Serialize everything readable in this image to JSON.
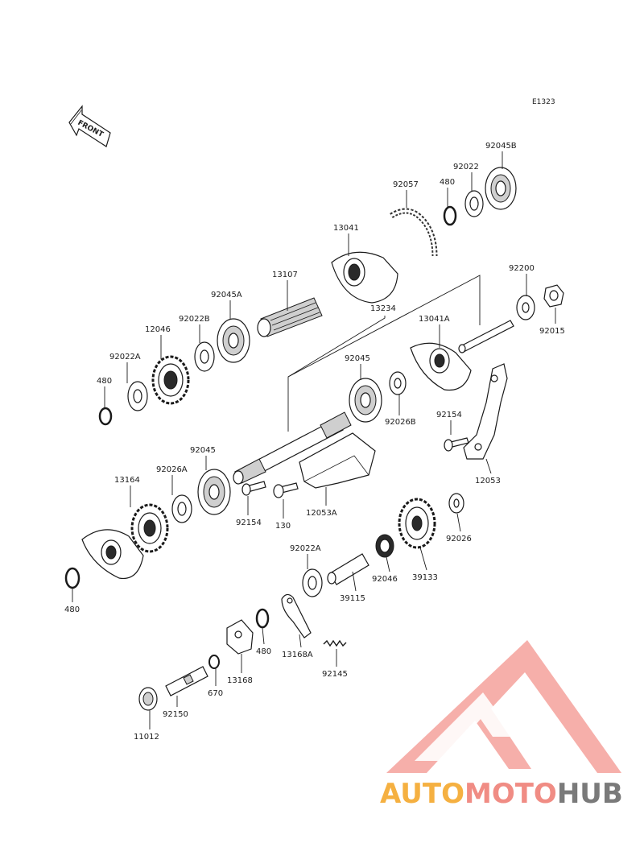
{
  "diagram": {
    "ref_code": "E1323",
    "front_label": "FRONT",
    "parts": [
      {
        "id": "p92045B",
        "number": "92045B"
      },
      {
        "id": "p92022",
        "number": "92022"
      },
      {
        "id": "p480a",
        "number": "480"
      },
      {
        "id": "p92057",
        "number": "92057"
      },
      {
        "id": "p13041",
        "number": "13041"
      },
      {
        "id": "p13107",
        "number": "13107"
      },
      {
        "id": "p92045A",
        "number": "92045A"
      },
      {
        "id": "p92022B",
        "number": "92022B"
      },
      {
        "id": "p12046",
        "number": "12046"
      },
      {
        "id": "p92022A",
        "number": "92022A"
      },
      {
        "id": "p480b",
        "number": "480"
      },
      {
        "id": "p13234",
        "number": "13234"
      },
      {
        "id": "p92200",
        "number": "92200"
      },
      {
        "id": "p92015",
        "number": "92015"
      },
      {
        "id": "p13041A",
        "number": "13041A"
      },
      {
        "id": "p92045",
        "number": "92045"
      },
      {
        "id": "p92026B",
        "number": "92026B"
      },
      {
        "id": "p92154a",
        "number": "92154"
      },
      {
        "id": "p12053",
        "number": "12053"
      },
      {
        "id": "p92045c",
        "number": "92045"
      },
      {
        "id": "p92026A",
        "number": "92026A"
      },
      {
        "id": "p13164",
        "number": "13164"
      },
      {
        "id": "p92154b",
        "number": "92154"
      },
      {
        "id": "p130",
        "number": "130"
      },
      {
        "id": "p12053A",
        "number": "12053A"
      },
      {
        "id": "p92026",
        "number": "92026"
      },
      {
        "id": "p92022A2",
        "number": "92022A"
      },
      {
        "id": "p92046",
        "number": "92046"
      },
      {
        "id": "p39133",
        "number": "39133"
      },
      {
        "id": "p39115",
        "number": "39115"
      },
      {
        "id": "p480c",
        "number": "480"
      },
      {
        "id": "p480d",
        "number": "480"
      },
      {
        "id": "p13168A",
        "number": "13168A"
      },
      {
        "id": "p92145",
        "number": "92145"
      },
      {
        "id": "p13168",
        "number": "13168"
      },
      {
        "id": "p670",
        "number": "670"
      },
      {
        "id": "p92150",
        "number": "92150"
      },
      {
        "id": "p11012",
        "number": "11012"
      }
    ]
  },
  "watermark": {
    "part1": "AUTO",
    "part2": "MOTO",
    "part3": "HUB",
    "color1": "#f5b041",
    "color2": "#f08c84",
    "color3": "#7a7a7a",
    "logo_color": "#f07a72"
  }
}
